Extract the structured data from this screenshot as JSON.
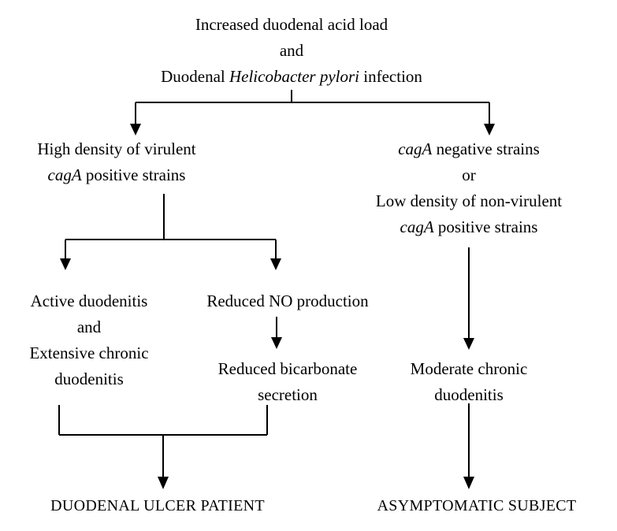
{
  "top": {
    "line1": "Increased duodenal acid load",
    "line2": "and",
    "line3_prefix": "Duodenal ",
    "line3_italic": "Helicobacter pylori",
    "line3_suffix": " infection"
  },
  "left_branch": {
    "line1": "High density of virulent",
    "line2_italic": "cagA",
    "line2_suffix": " positive strains"
  },
  "right_branch": {
    "line1_italic": "cagA",
    "line1_suffix": " negative strains",
    "line2": "or",
    "line3": "Low density of non-virulent",
    "line4_italic": "cagA",
    "line4_suffix": " positive strains"
  },
  "active_duodenitis": {
    "line1": "Active duodenitis",
    "line2": "and",
    "line3": "Extensive chronic",
    "line4": "duodenitis"
  },
  "reduced_no": {
    "line1": "Reduced NO production"
  },
  "reduced_bicarbonate": {
    "line1": "Reduced bicarbonate",
    "line2": "secretion"
  },
  "moderate_duodenitis": {
    "line1": "Moderate chronic",
    "line2": "duodenitis"
  },
  "outcomes": {
    "left": "DUODENAL ULCER PATIENT",
    "right": "ASYMPTOMATIC SUBJECT"
  }
}
